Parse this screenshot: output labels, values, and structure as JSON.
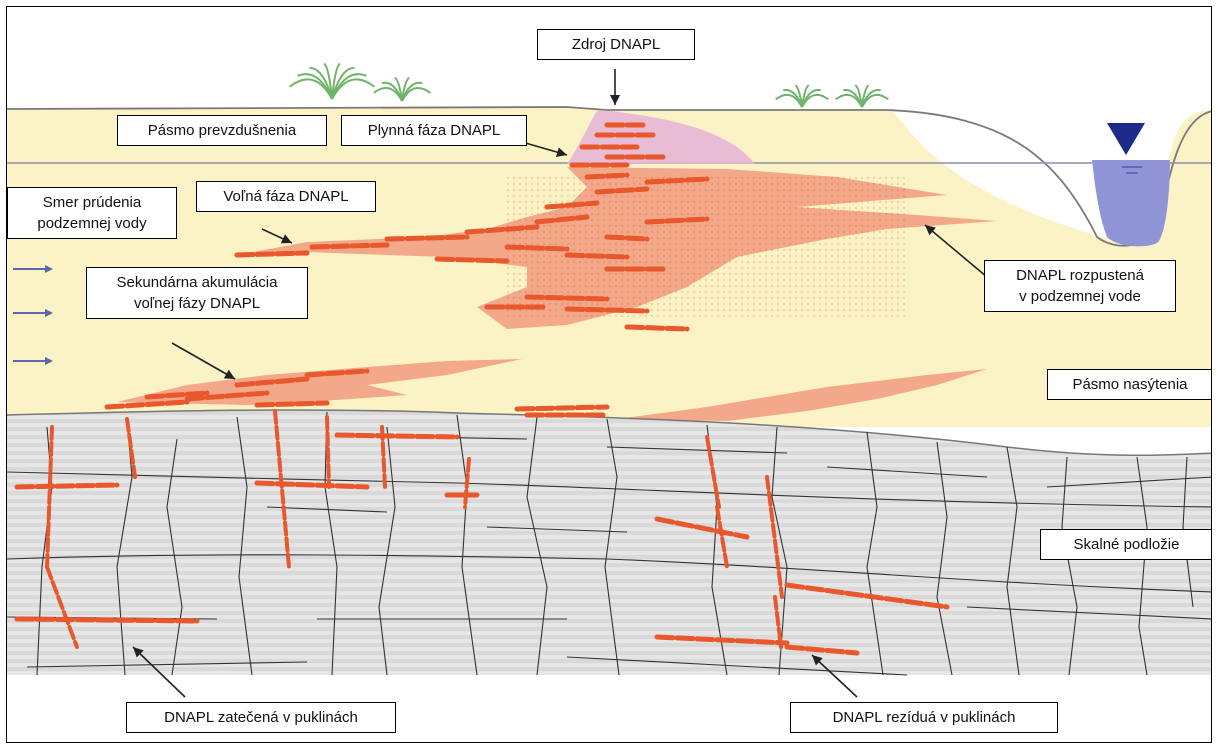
{
  "labels": {
    "source": "Zdroj DNAPL",
    "vadose_zone": "Pásmo prevzdušnenia",
    "vapor_phase": "Plynná fáza DNAPL",
    "free_phase": "Voľná fáza DNAPL",
    "flow_direction_line1": "Smer prúdenia",
    "flow_direction_line2": "podzemnej vody",
    "secondary_accum_line1": "Sekundárna akumulácia",
    "secondary_accum_line2": "voľnej fázy DNAPL",
    "dissolved_line1": "DNAPL rozpustená",
    "dissolved_line2": "v podzemnej vode",
    "saturated_zone": "Pásmo nasýtenia",
    "bedrock": "Skalné podložie",
    "trapped_in_fractures": "DNAPL zatečená v puklinách",
    "residual_in_fractures": "DNAPL rezíduá v puklinách"
  },
  "colors": {
    "sand": "#fbf3c5",
    "bedrock": "#d9d9d9",
    "bedrock_stripe": "#e6e6e6",
    "dnapl": "#e8582c",
    "dissolved_plume": "#f3a88a",
    "vapor_plume": "#e7b6d6",
    "water": "#8f95d6",
    "water_marker": "#1c2a8a",
    "vegetation": "#6fb46a",
    "water_table_line": "#8c8fa8"
  }
}
